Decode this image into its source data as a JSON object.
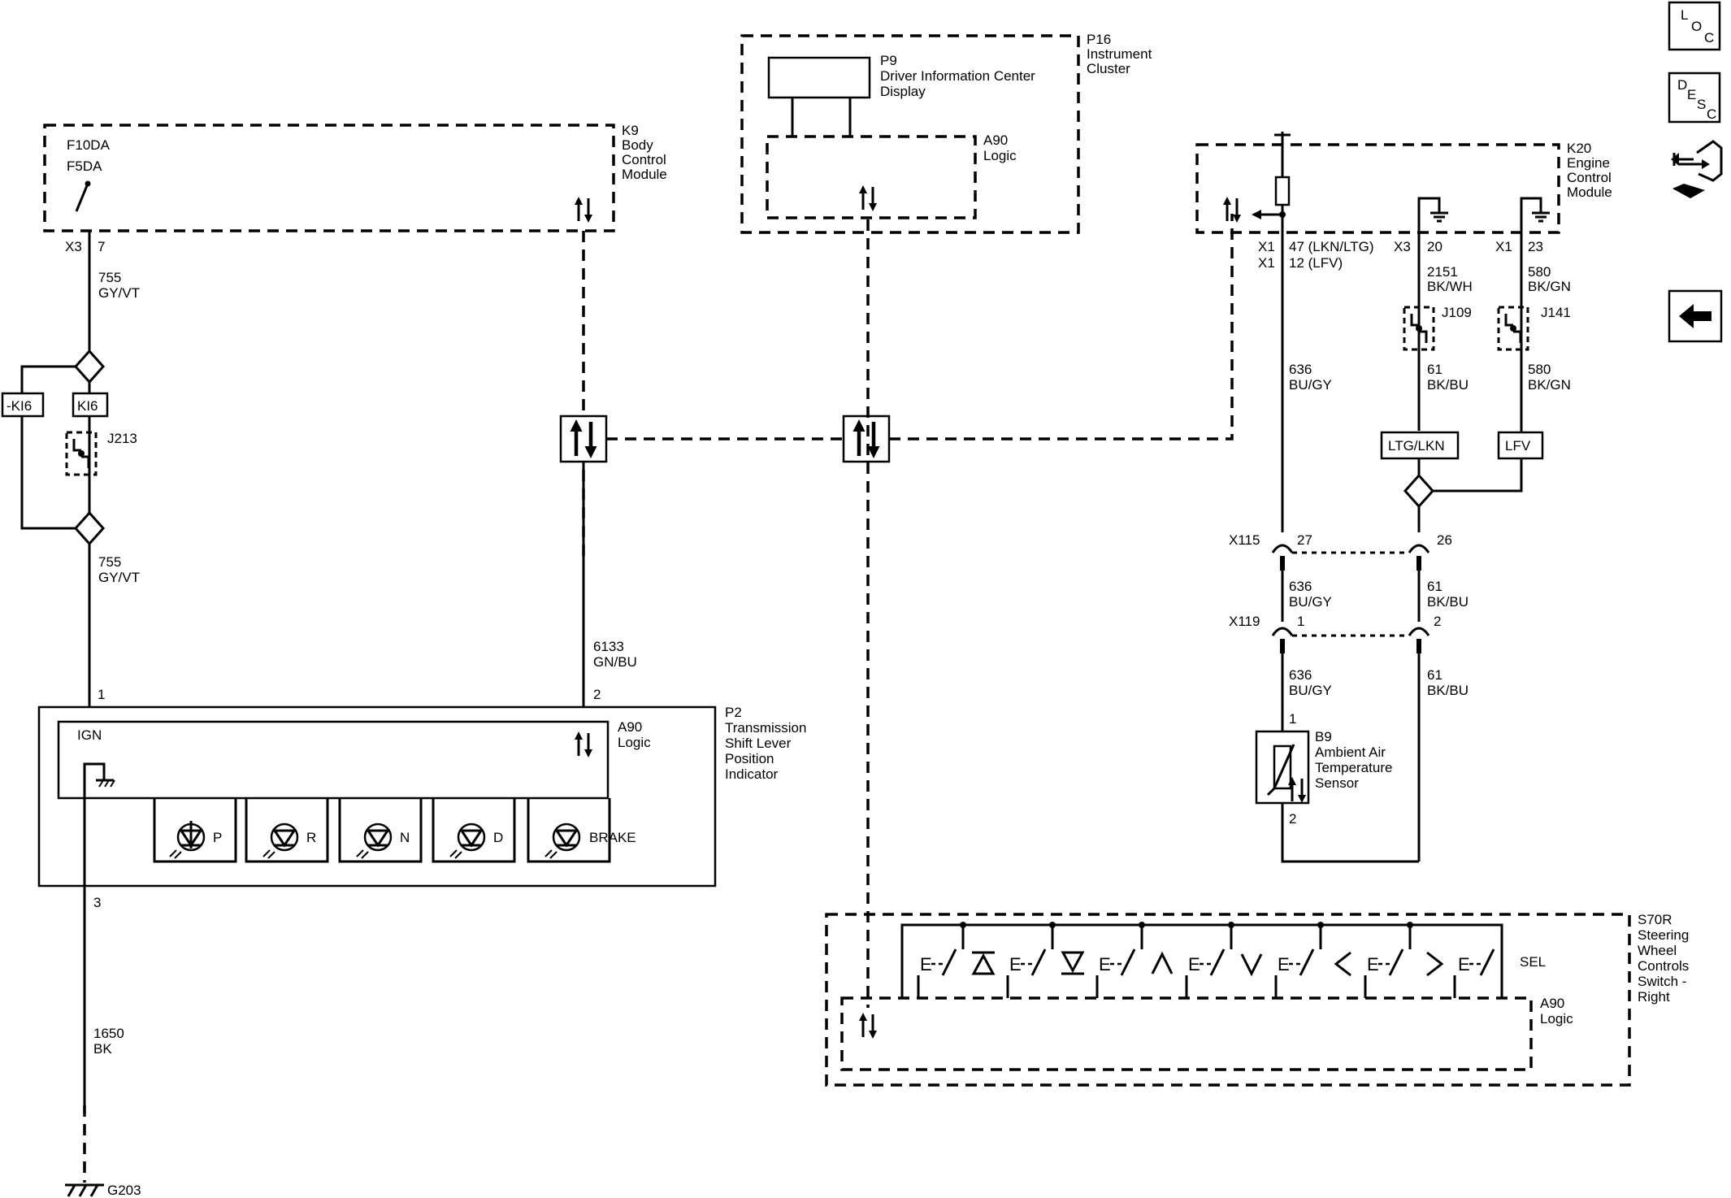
{
  "modules": {
    "k9": {
      "id": "K9",
      "lines": [
        "Body",
        "Control",
        "Module"
      ]
    },
    "p16": {
      "id": "P16",
      "lines": [
        "Instrument",
        "Cluster"
      ]
    },
    "p9": {
      "id": "P9",
      "lines": [
        "Driver Information Center",
        "Display"
      ]
    },
    "a90_p16": {
      "id": "A90",
      "name": "Logic"
    },
    "k20": {
      "id": "K20",
      "lines": [
        "Engine",
        "Control",
        "Module"
      ]
    },
    "p2": {
      "id": "P2",
      "lines": [
        "Transmission",
        "Shift Lever",
        "Position",
        "Indicator"
      ]
    },
    "a90_p2": {
      "id": "A90",
      "name": "Logic"
    },
    "s70r": {
      "id": "S70R",
      "lines": [
        "Steering",
        "Wheel",
        "Controls",
        "Switch -",
        "Right"
      ]
    },
    "a90_s70r": {
      "id": "A90",
      "name": "Logic"
    },
    "b9": {
      "id": "B9",
      "lines": [
        "Ambient Air",
        "Temperature",
        "Sensor"
      ]
    }
  },
  "fuses": [
    "F10DA",
    "F5DA"
  ],
  "connectors": {
    "k9_x3": {
      "conn": "X3",
      "pin": "7"
    },
    "k20_pin1": {
      "conn": "X1",
      "pin": "47 (LKN/LTG)"
    },
    "k20_pin2": {
      "conn": "X1",
      "pin": "12 (LFV)"
    },
    "k20_x3": {
      "conn": "X3",
      "pin": "20"
    },
    "k20_x1": {
      "conn": "X1",
      "pin": "23"
    },
    "x115": {
      "conn": "X115",
      "pin_a": "27",
      "pin_b": "26"
    },
    "x119": {
      "conn": "X119",
      "pin_a": "1",
      "pin_b": "2"
    }
  },
  "wires": {
    "w755a": {
      "circuit": "755",
      "color": "GY/VT"
    },
    "w755b": {
      "circuit": "755",
      "color": "GY/VT"
    },
    "w6133": {
      "circuit": "6133",
      "color": "GN/BU"
    },
    "w1650": {
      "circuit": "1650",
      "color": "BK"
    },
    "w636a": {
      "circuit": "636",
      "color": "BU/GY"
    },
    "w636b": {
      "circuit": "636",
      "color": "BU/GY"
    },
    "w636c": {
      "circuit": "636",
      "color": "BU/GY"
    },
    "w2151": {
      "circuit": "2151",
      "color": "BK/WH"
    },
    "w580a": {
      "circuit": "580",
      "color": "BK/GN"
    },
    "w580b": {
      "circuit": "580",
      "color": "BK/GN"
    },
    "w61a": {
      "circuit": "61",
      "color": "BK/BU"
    },
    "w61b": {
      "circuit": "61",
      "color": "BK/BU"
    },
    "w61c": {
      "circuit": "61",
      "color": "BK/BU"
    }
  },
  "options": {
    "neg_ki6": "-KI6",
    "ki6": "KI6",
    "ltg_lkn": "LTG/LKN",
    "lfv": "LFV"
  },
  "splices": {
    "j213": "J213",
    "j109": "J109",
    "j141": "J141"
  },
  "p2_pins": {
    "p1": "1",
    "p2": "2",
    "p3": "3"
  },
  "b9_pins": {
    "p1": "1",
    "p2": "2"
  },
  "ign": "IGN",
  "leds": [
    "P",
    "R",
    "N",
    "D",
    "BRAKE"
  ],
  "sel": "SEL",
  "ground": "G203",
  "nav": {
    "loc": [
      "L",
      "O",
      "C"
    ],
    "desc": [
      "D",
      "E",
      "S",
      "C"
    ]
  }
}
